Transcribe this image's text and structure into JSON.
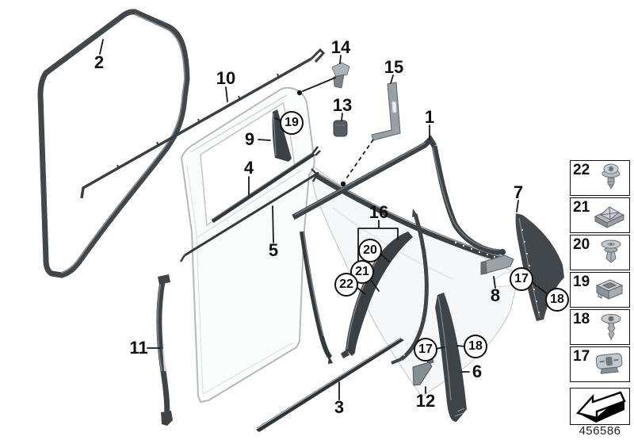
{
  "diagram": {
    "number": "456586",
    "title_hint": "door trim and seals exploded diagram"
  },
  "colors": {
    "trim_dark": "#3c4145",
    "trim_mid": "#8a9096",
    "metal_light": "#c9ced3",
    "panel_white": "#fbfcfc",
    "panel_stroke": "#b5b9bd",
    "line_black": "#1a1a1a"
  },
  "callouts": [
    {
      "label": "2"
    },
    {
      "label": "10"
    },
    {
      "label": "14"
    },
    {
      "label": "15"
    },
    {
      "label": "13"
    },
    {
      "label": "1"
    },
    {
      "label": "9"
    },
    {
      "label": "19"
    },
    {
      "label": "4"
    },
    {
      "label": "7"
    },
    {
      "label": "16"
    },
    {
      "label": "5"
    },
    {
      "label": "20"
    },
    {
      "label": "21"
    },
    {
      "label": "22"
    },
    {
      "label": "17"
    },
    {
      "label": "18"
    },
    {
      "label": "8"
    },
    {
      "label": "11"
    },
    {
      "label": "17"
    },
    {
      "label": "18"
    },
    {
      "label": "6"
    },
    {
      "label": "12"
    },
    {
      "label": "3"
    }
  ],
  "legend": {
    "items": [
      {
        "label": "22",
        "icon": "torx-screw-icon"
      },
      {
        "label": "21",
        "icon": "cage-nut-icon"
      },
      {
        "label": "20",
        "icon": "push-rivet-icon"
      },
      {
        "label": "19",
        "icon": "metal-clamp-icon"
      },
      {
        "label": "18",
        "icon": "washer-screw-icon"
      },
      {
        "label": "17",
        "icon": "expanding-nut-icon"
      }
    ],
    "footer_icon": "direction-arrow-icon"
  }
}
